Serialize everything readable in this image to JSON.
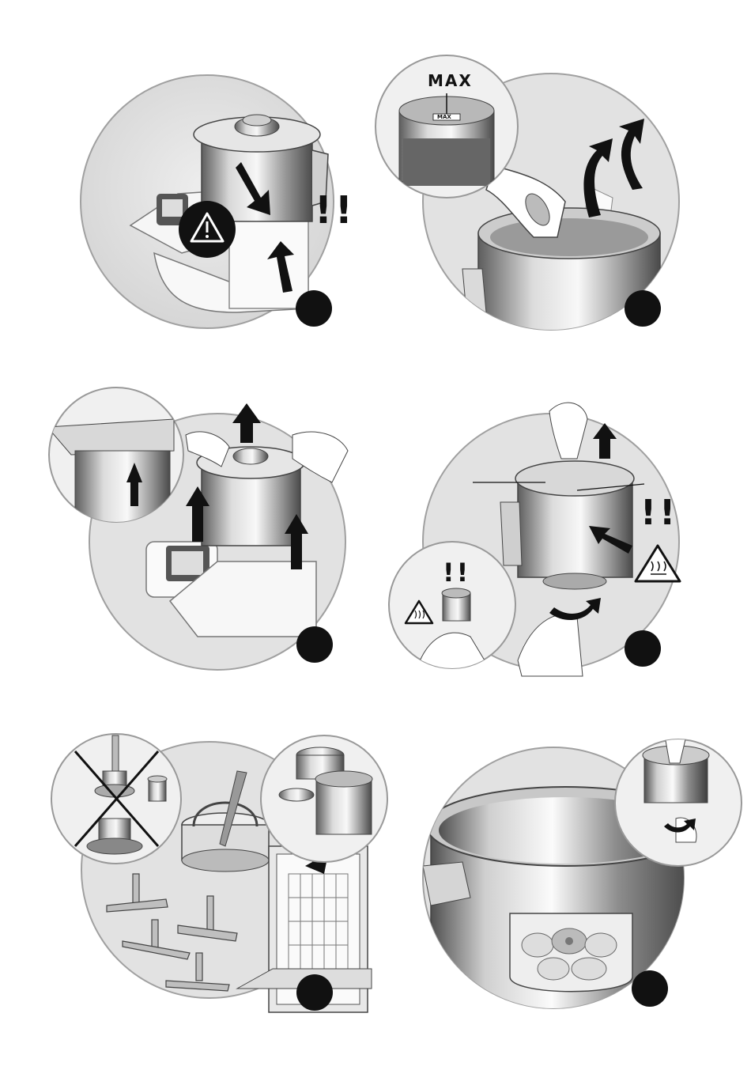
{
  "page": {
    "colors": {
      "background": "#ffffff",
      "circle_fill": "#dedede",
      "circle_stroke": "#9a9a9a",
      "inset_fill": "#ececec",
      "steel_dark": "#6f6f6f",
      "steel_light": "#f4f4f4",
      "ink": "#111111"
    },
    "panels": [
      {
        "id": "step-1",
        "content": "Bowl being placed onto base, warning symbol, double exclamation"
      },
      {
        "id": "step-2",
        "content": "Ingredients and liquid added to bowl",
        "inset_label": "MAX",
        "inset_label_small": "MAX"
      },
      {
        "id": "step-3",
        "content": "Lifting bowl off the base, inset shows handle release"
      },
      {
        "id": "step-4",
        "content": "Removing accessories, hot surface warning",
        "exclaim": "!!",
        "inset_exclaim": "!!"
      },
      {
        "id": "step-5",
        "content": "Dishwasher-safe parts, crossed-out items not dishwasher safe"
      },
      {
        "id": "step-6",
        "content": "Inside of bowl with discs, inset shows underside cleaning"
      }
    ],
    "exclaim_1": "!!",
    "exclaim_4a": "!!",
    "exclaim_4b": "!!"
  }
}
